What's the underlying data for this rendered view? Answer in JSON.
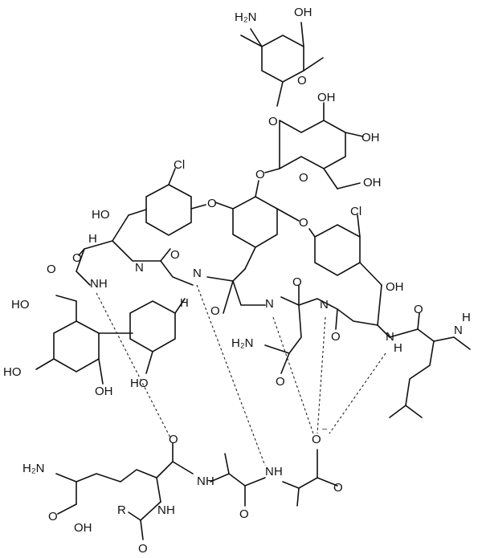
{
  "figure": {
    "description_visible_labels": true,
    "colors": {
      "ink": "#111111",
      "background": "#ffffff"
    }
  },
  "atom_labels": {
    "amine_sugar_nh2": "H₂N",
    "sugar_oh_top": "OH",
    "ring_o_vancosamine": "O",
    "glyco_link_o1": "O",
    "glucose_oh_a": "OH",
    "glucose_oh_b": "OH",
    "glucose_ring_o": "O",
    "glucose_oh_ch2": "OH",
    "glyco_link_o2": "O",
    "cl_left": "Cl",
    "cl_right": "Cl",
    "ether_o_left": "O",
    "ether_o_right": "O",
    "benzylic_oh_left": "HO",
    "benzylic_oh_right": "OH",
    "h_stereo_1": "H",
    "h_stereo_2": "H",
    "carbonyl_o_1": "O",
    "carbonyl_o_2": "O",
    "carbonyl_o_3": "O",
    "carbonyl_o_4": "O",
    "carbonyl_o_5": "O",
    "carbonyl_o_6": "O",
    "nh_1": "NH",
    "nh_2": "N",
    "nh_3": "N",
    "nh_4": "N",
    "nh_5": "N",
    "nh_6": "N",
    "nh_h": "H",
    "n_methyl_h": "H",
    "n_methyl": "N",
    "cooh_left_o": "O",
    "cooh_left_ho": "HO",
    "ho_phenol_1": "HO",
    "ho_phenol_2": "OH",
    "ho_phenol_3": "HO",
    "amide_nh2": "H₂N",
    "amide_o": "O",
    "carboxylate_o": "O",
    "carboxylate_charge": "⁻",
    "carboxylate_o2": "O",
    "lig_h2n": "H₂N",
    "lig_o_1": "O",
    "lig_o_2": "O",
    "lig_o_3": "O",
    "lig_nh_1": "N",
    "lig_nh_2": "N",
    "lig_nh_3": "N",
    "lig_h_1": "H",
    "lig_h_2": "H",
    "lig_h_3": "H",
    "lig_r": "R",
    "lig_cooh_o": "O",
    "lig_cooh_oh": "OH"
  }
}
